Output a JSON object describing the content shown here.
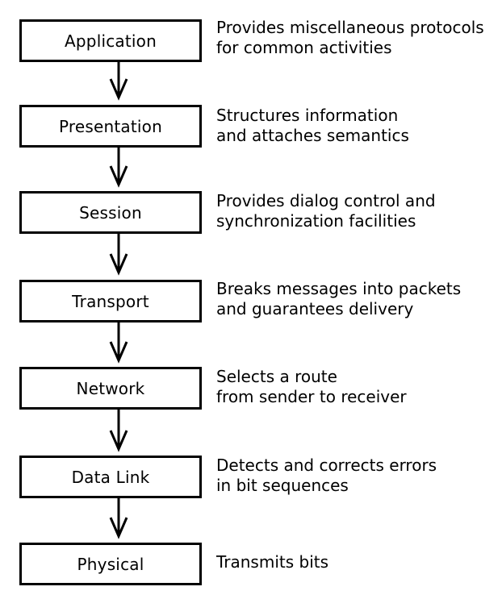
{
  "layers": [
    {
      "name": "Application",
      "description": "Provides miscellaneous protocols\nfor common activities"
    },
    {
      "name": "Presentation",
      "description": "Structures information\nand attaches semantics"
    },
    {
      "name": "Session",
      "description": "Provides dialog control and\nsynchronization facilities"
    },
    {
      "name": "Transport",
      "description": "Breaks messages into packets\nand guarantees delivery"
    },
    {
      "name": "Network",
      "description": "Selects a route\nfrom sender to receiver"
    },
    {
      "name": "Data Link",
      "description": "Detects and corrects errors\nin bit sequences"
    },
    {
      "name": "Physical",
      "description": "Transmits bits"
    }
  ],
  "colors": {
    "line": "#000000",
    "background": "#ffffff"
  }
}
